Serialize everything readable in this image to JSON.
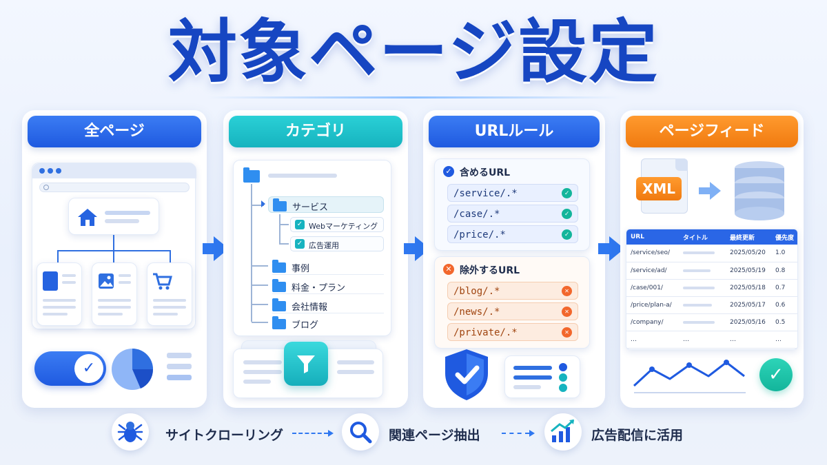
{
  "title": "対象ページ設定",
  "panels": {
    "all_pages": {
      "header": "全ページ"
    },
    "category": {
      "header": "カテゴリ",
      "items": [
        "サービス",
        "Webマーケティング",
        "広告運用",
        "事例",
        "料金・プラン",
        "会社情報",
        "ブログ"
      ]
    },
    "url_rule": {
      "header": "URLルール",
      "include_title": "含めるURL",
      "include": [
        "/service/.*",
        "/case/.*",
        "/price/.*"
      ],
      "exclude_title": "除外するURL",
      "exclude": [
        "/blog/.*",
        "/news/.*",
        "/private/.*"
      ]
    },
    "page_feed": {
      "header": "ページフィード",
      "xml_label": "XML",
      "columns": [
        "URL",
        "タイトル",
        "最終更新",
        "優先度"
      ],
      "rows": [
        [
          "/service/seo/",
          "2025/05/20",
          "1.0"
        ],
        [
          "/service/ad/",
          "2025/05/19",
          "0.8"
        ],
        [
          "/case/001/",
          "2025/05/18",
          "0.7"
        ],
        [
          "/price/plan-a/",
          "2025/05/17",
          "0.6"
        ],
        [
          "/company/",
          "2025/05/16",
          "0.5"
        ]
      ],
      "ellipsis": "…"
    }
  },
  "flow": [
    "サイトクローリング",
    "関連ページ抽出",
    "広告配信に活用"
  ],
  "colors": {
    "blue": "#1f5ae0",
    "teal": "#16b3bf",
    "orange": "#f07a10",
    "green": "#13b59b",
    "red": "#f2672c"
  }
}
